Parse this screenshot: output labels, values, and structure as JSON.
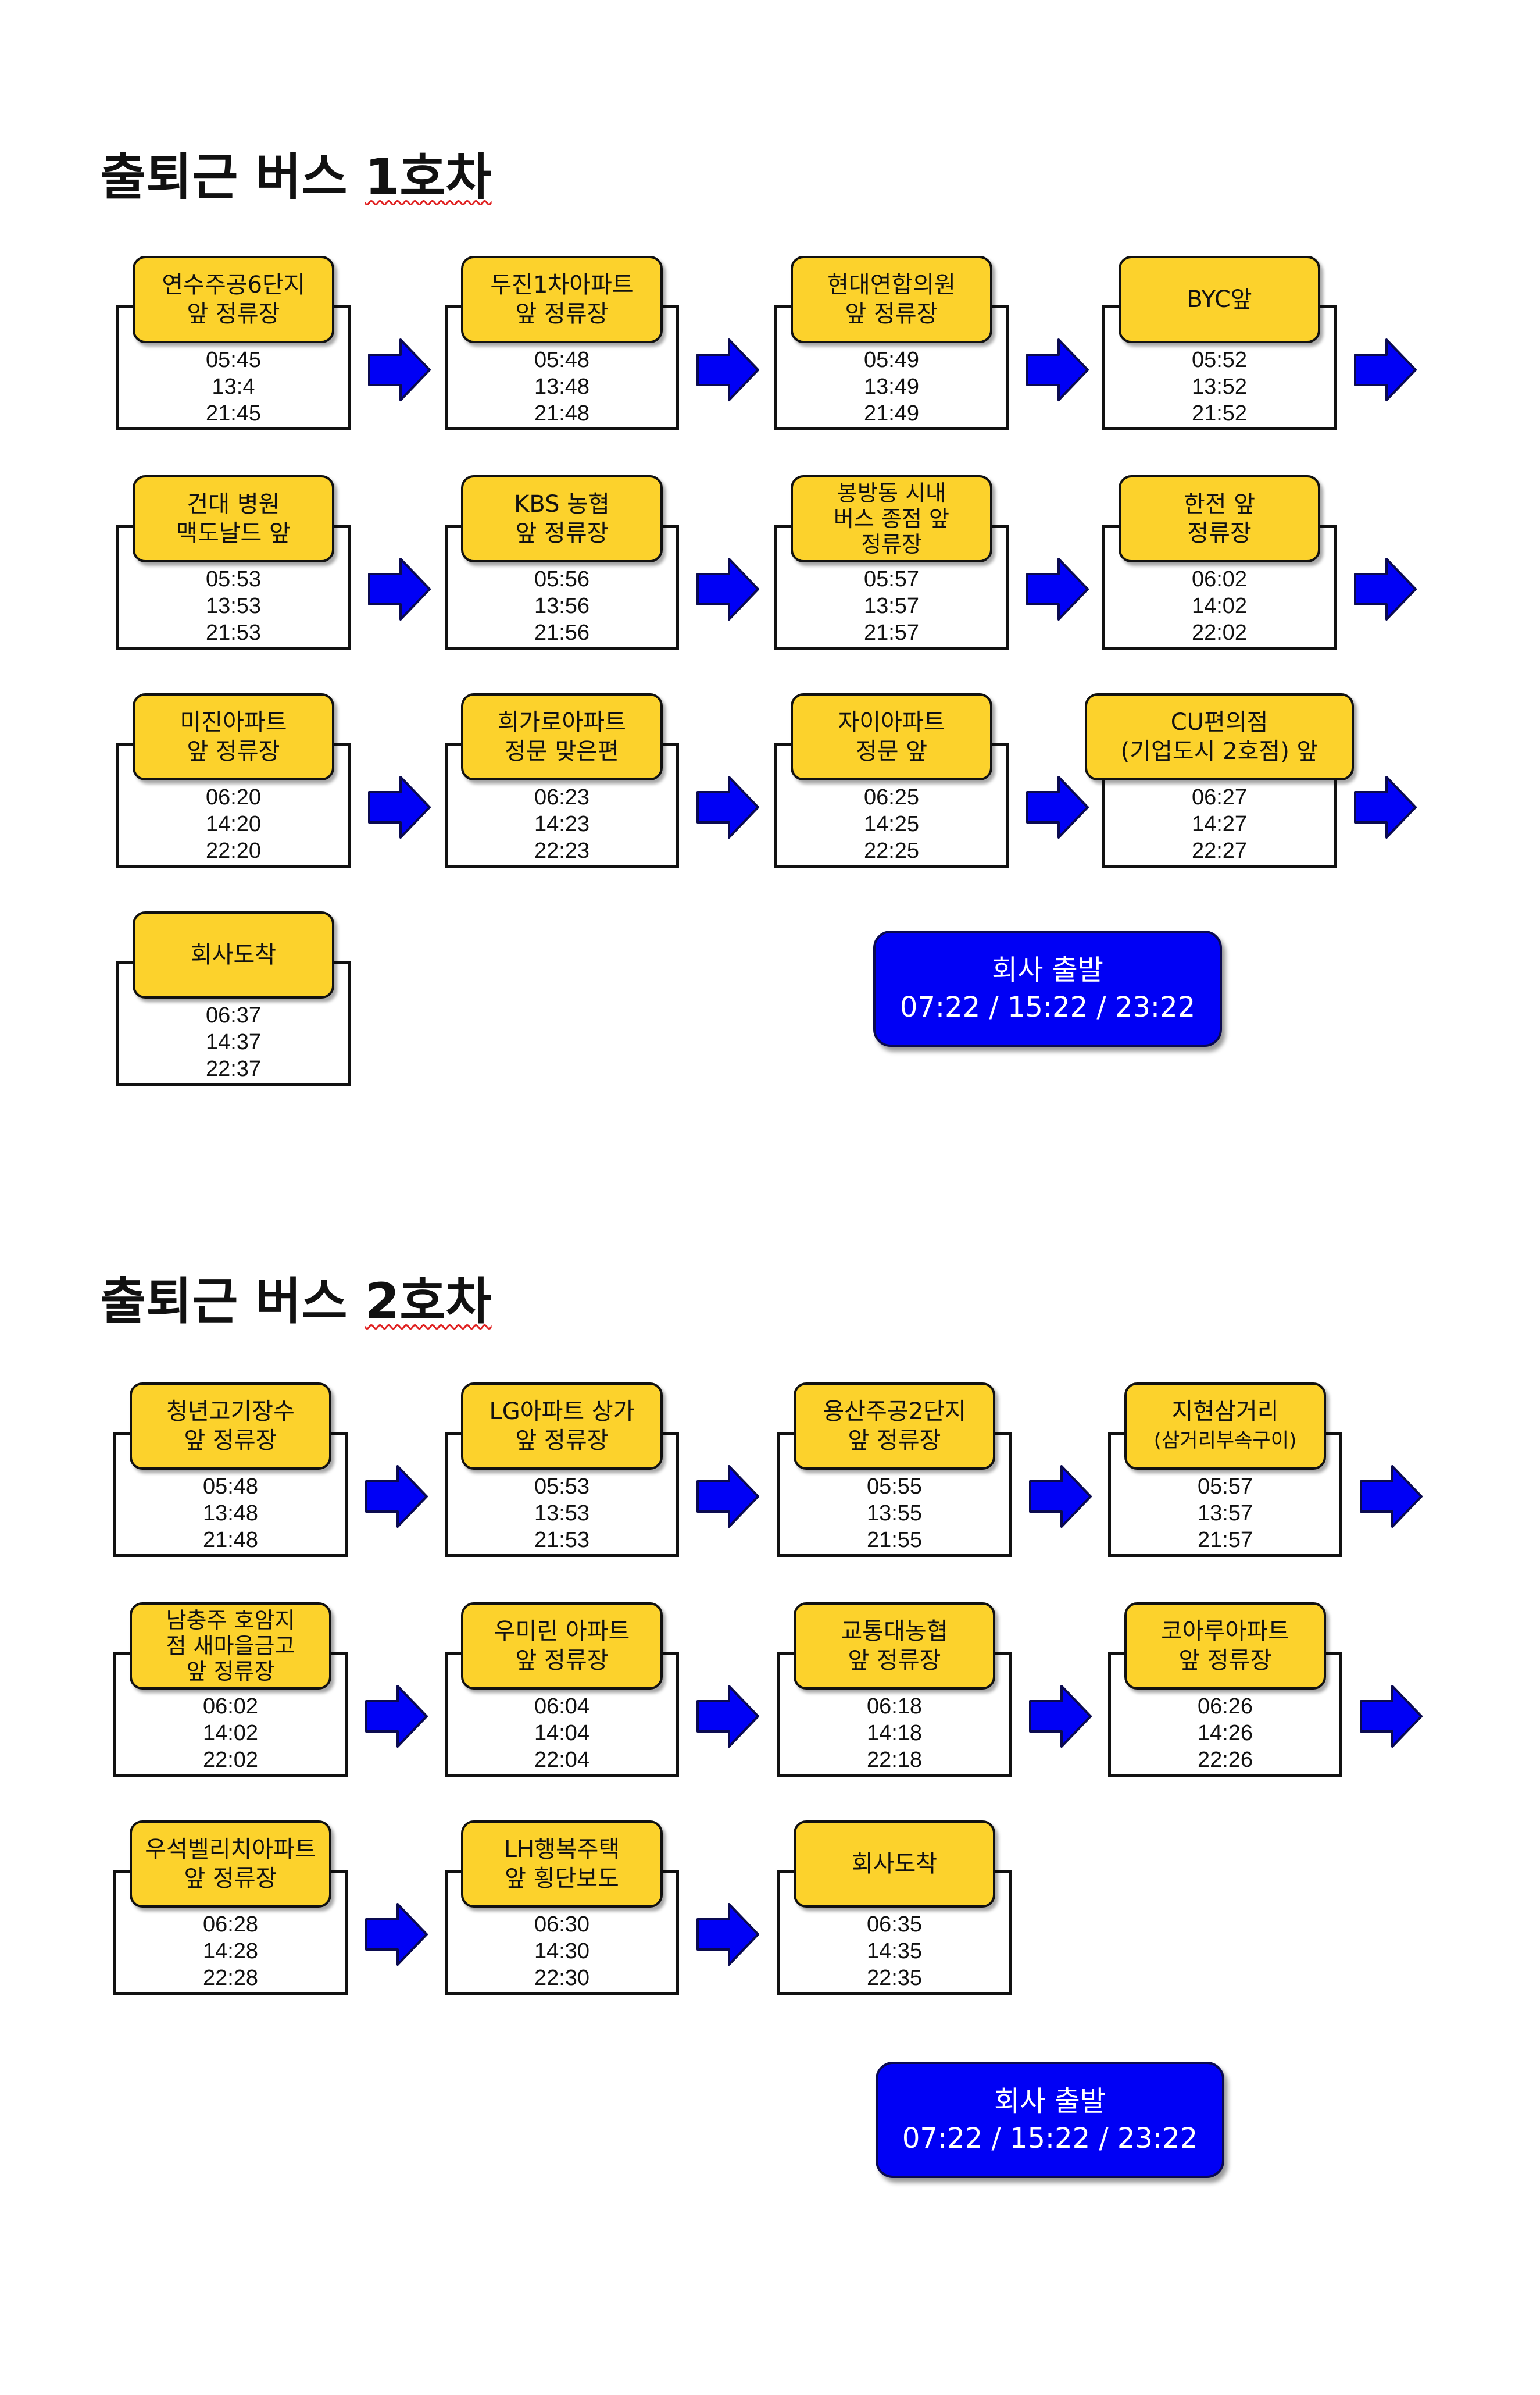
{
  "routes": [
    {
      "title": "출퇴근 버스 1호차",
      "stops": [
        {
          "name": [
            "연수주공6단지",
            "앞 정류장"
          ],
          "times": [
            "05:45",
            "13:4",
            "21:45"
          ]
        },
        {
          "name": [
            "두진1차아파트",
            "앞 정류장"
          ],
          "times": [
            "05:48",
            "13:48",
            "21:48"
          ]
        },
        {
          "name": [
            "현대연합의원",
            "앞 정류장"
          ],
          "times": [
            "05:49",
            "13:49",
            "21:49"
          ]
        },
        {
          "name": [
            "BYC앞"
          ],
          "times": [
            "05:52",
            "13:52",
            "21:52"
          ]
        },
        {
          "name": [
            "건대 병원",
            "맥도날드 앞"
          ],
          "times": [
            "05:53",
            "13:53",
            "21:53"
          ]
        },
        {
          "name": [
            "KBS 농협",
            "앞 정류장"
          ],
          "times": [
            "05:56",
            "13:56",
            "21:56"
          ]
        },
        {
          "name": [
            "봉방동 시내",
            "버스 종점 앞",
            "정류장"
          ],
          "times": [
            "05:57",
            "13:57",
            "21:57"
          ]
        },
        {
          "name": [
            "한전 앞",
            "정류장"
          ],
          "times": [
            "06:02",
            "14:02",
            "22:02"
          ]
        },
        {
          "name": [
            "미진아파트",
            "앞 정류장"
          ],
          "times": [
            "06:20",
            "14:20",
            "22:20"
          ]
        },
        {
          "name": [
            "희가로아파트",
            "정문 맞은편"
          ],
          "times": [
            "06:23",
            "14:23",
            "22:23"
          ]
        },
        {
          "name": [
            "자이아파트",
            "정문 앞"
          ],
          "times": [
            "06:25",
            "14:25",
            "22:25"
          ]
        },
        {
          "name": [
            "CU편의점",
            "(기업도시 2호점) 앞"
          ],
          "times": [
            "06:27",
            "14:27",
            "22:27"
          ]
        },
        {
          "name": [
            "회사도착"
          ],
          "times": [
            "06:37",
            "14:37",
            "22:37"
          ]
        }
      ],
      "depart": {
        "label": "회사 출발",
        "times": "07:22 / 15:22 / 23:22"
      }
    },
    {
      "title": "출퇴근 버스 2호차",
      "stops": [
        {
          "name": [
            "청년고기장수",
            "앞 정류장"
          ],
          "times": [
            "05:48",
            "13:48",
            "21:48"
          ]
        },
        {
          "name": [
            "LG아파트 상가",
            "앞 정류장"
          ],
          "times": [
            "05:53",
            "13:53",
            "21:53"
          ]
        },
        {
          "name": [
            "용산주공2단지",
            "앞 정류장"
          ],
          "times": [
            "05:55",
            "13:55",
            "21:55"
          ]
        },
        {
          "name": [
            "지현삼거리",
            "(삼거리부속구이)"
          ],
          "times": [
            "05:57",
            "13:57",
            "21:57"
          ]
        },
        {
          "name": [
            "남충주 호암지",
            "점 새마을금고",
            "앞 정류장"
          ],
          "times": [
            "06:02",
            "14:02",
            "22:02"
          ]
        },
        {
          "name": [
            "우미린 아파트",
            "앞 정류장"
          ],
          "times": [
            "06:04",
            "14:04",
            "22:04"
          ]
        },
        {
          "name": [
            "교통대농협",
            "앞 정류장"
          ],
          "times": [
            "06:18",
            "14:18",
            "22:18"
          ]
        },
        {
          "name": [
            "코아루아파트",
            "앞 정류장"
          ],
          "times": [
            "06:26",
            "14:26",
            "22:26"
          ]
        },
        {
          "name": [
            "우석벨리치아파트",
            "앞 정류장"
          ],
          "times": [
            "06:28",
            "14:28",
            "22:28"
          ]
        },
        {
          "name": [
            "LH행복주택",
            "앞 횡단보도"
          ],
          "times": [
            "06:30",
            "14:30",
            "22:30"
          ]
        },
        {
          "name": [
            "회사도착"
          ],
          "times": [
            "06:35",
            "14:35",
            "22:35"
          ]
        }
      ],
      "depart": {
        "label": "회사 출발",
        "times": "07:22 / 15:22 / 23:22"
      }
    }
  ],
  "colors": {
    "label_fill": "#fcd22c",
    "arrow_fill": "#0000f5",
    "depart_fill": "#0000f5",
    "wavy_underline": "#e02020"
  },
  "icons": {
    "arrow": "right-arrow-icon"
  }
}
